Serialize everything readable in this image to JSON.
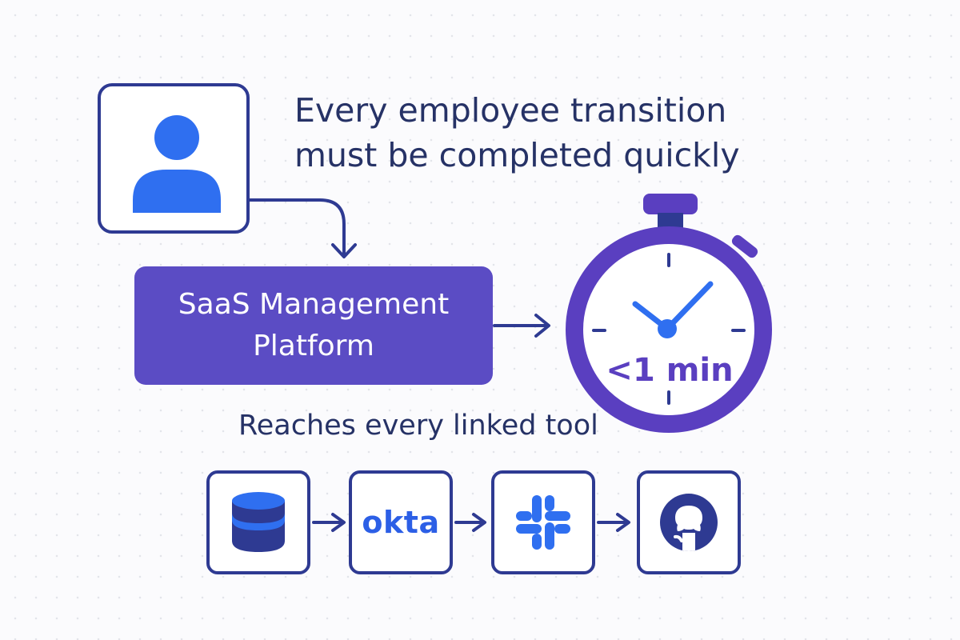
{
  "headline": {
    "line1": "Every employee transition",
    "line2": "must be completed quickly"
  },
  "platform": {
    "line1": "SaaS Management",
    "line2": "Platform"
  },
  "timer": {
    "label": "<1 min"
  },
  "subheading": "Reaches every linked tool",
  "tools": [
    {
      "icon": "database-icon"
    },
    {
      "icon": "okta-logo",
      "logo_text": "okta"
    },
    {
      "icon": "slack-icon"
    },
    {
      "icon": "github-icon"
    }
  ],
  "colors": {
    "navy": "#2e3a92",
    "text": "#263266",
    "purple": "#5b4cc4",
    "timer_purple": "#5a3fc0",
    "blue": "#2f6ff0",
    "okta_blue": "#2c5fe6"
  }
}
